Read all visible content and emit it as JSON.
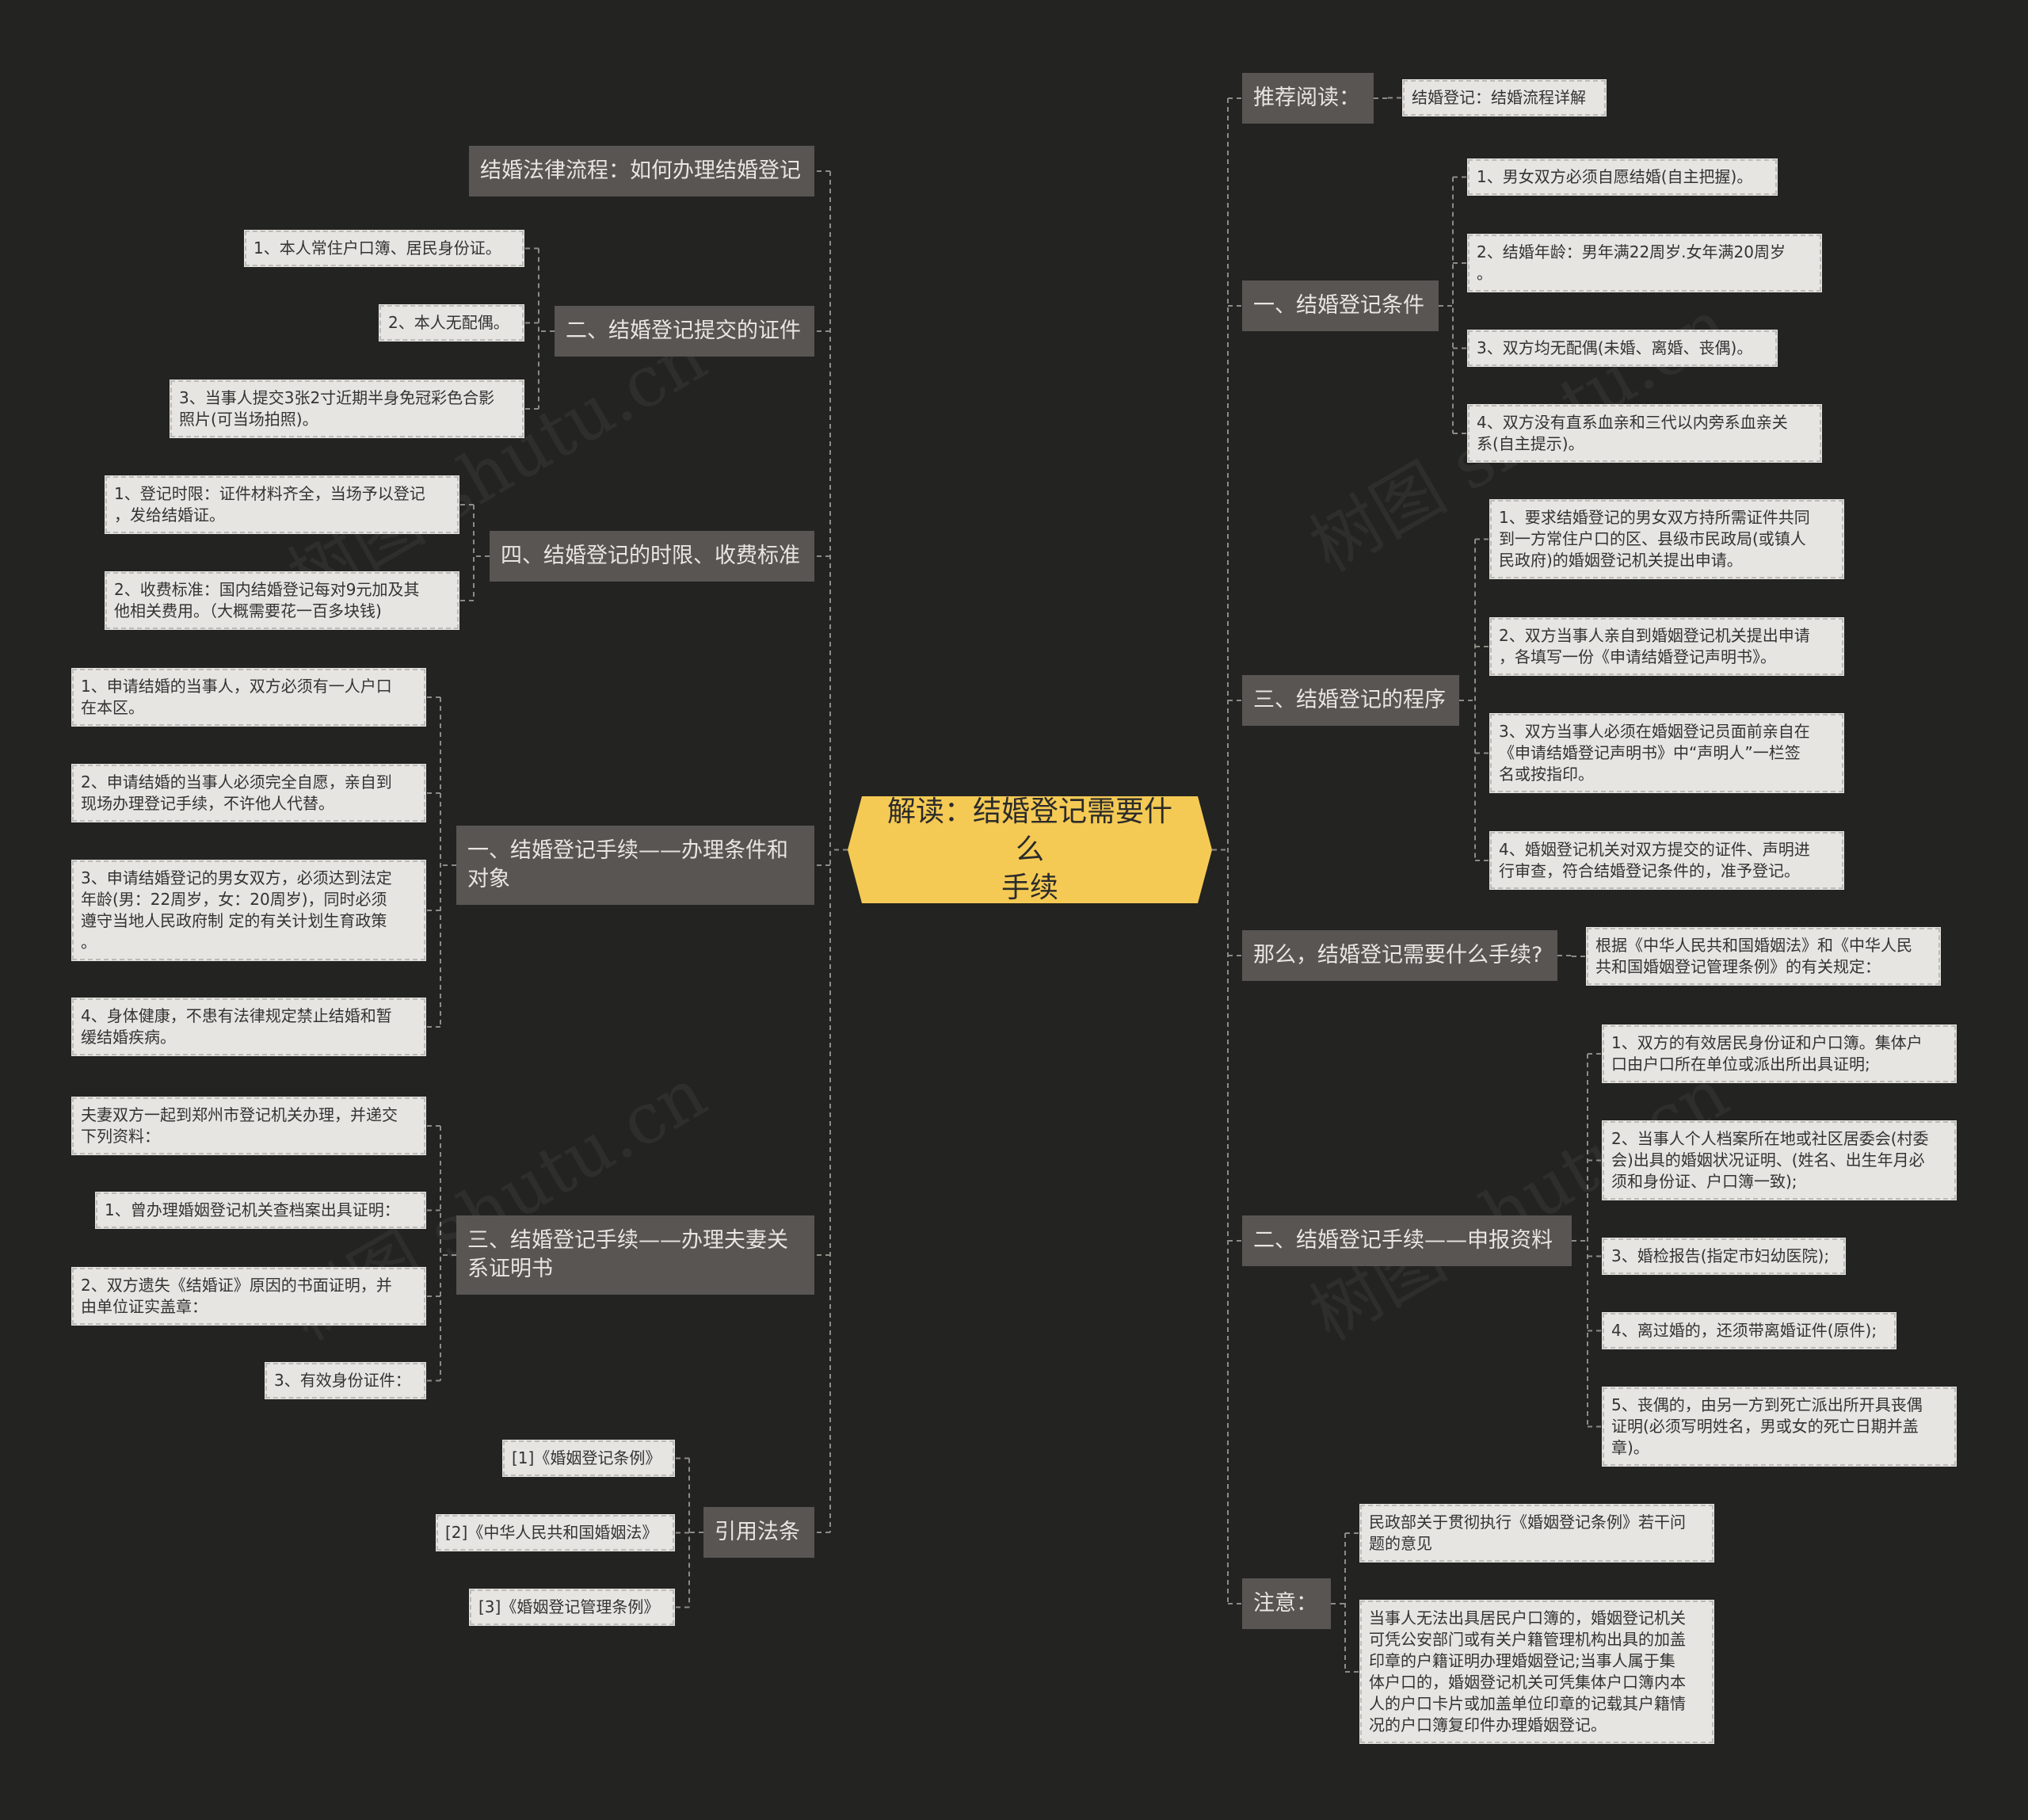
{
  "center": {
    "title": "解读：结婚登记需要什么\n手续"
  },
  "left": {
    "flow": {
      "title": "结婚法律流程：如何办理结婚登记"
    },
    "documents": {
      "title": "二、结婚登记提交的证件",
      "items": [
        "1、本人常住户口簿、居民身份证。",
        "2、本人无配偶。",
        "3、当事人提交3张2寸近期半身免冠彩色合影\n照片(可当场拍照)。"
      ]
    },
    "fees": {
      "title": "四、结婚登记的时限、收费标准",
      "items": [
        "1、登记时限：证件材料齐全，当场予以登记\n，发给结婚证。",
        "2、收费标准：国内结婚登记每对9元加及其\n他相关费用。（大概需要花一百多块钱)"
      ]
    },
    "conditions": {
      "title": "一、结婚登记手续——办理条件和\n对象",
      "items": [
        "1、申请结婚的当事人，双方必须有一人户口\n在本区。",
        "2、申请结婚的当事人必须完全自愿，亲自到\n现场办理登记手续，不许他人代替。",
        "3、申请结婚登记的男女双方，必须达到法定\n年龄(男：22周岁，女：20周岁)，同时必须\n遵守当地人民政府制 定的有关计划生育政策\n。",
        "4、身体健康，不患有法律规定禁止结婚和暂\n缓结婚疾病。"
      ]
    },
    "proof": {
      "title": "三、结婚登记手续——办理夫妻关\n系证明书",
      "items": [
        "夫妻双方一起到郑州市登记机关办理，并递交\n下列资料：",
        "1、曾办理婚姻登记机关查档案出具证明：",
        "2、双方遗失《结婚证》原因的书面证明，并\n由单位证实盖章：",
        "3、有效身份证件："
      ]
    },
    "laws": {
      "title": "引用法条",
      "items": [
        "[1]《婚姻登记条例》",
        "[2]《中华人民共和国婚姻法》",
        "[3]《婚姻登记管理条例》"
      ]
    }
  },
  "right": {
    "recommend": {
      "title": "推荐阅读：",
      "items": [
        "结婚登记：结婚流程详解"
      ]
    },
    "reg_conditions": {
      "title": "一、结婚登记条件",
      "items": [
        "1、男女双方必须自愿结婚(自主把握)。",
        "2、结婚年龄：男年满22周岁.女年满20周岁\n。",
        "3、双方均无配偶(未婚、离婚、丧偶)。",
        "4、双方没有直系血亲和三代以内旁系血亲关\n系(自主提示)。"
      ]
    },
    "procedure": {
      "title": "三、结婚登记的程序",
      "items": [
        "1、要求结婚登记的男女双方持所需证件共同\n到一方常住户口的区、县级市民政局(或镇人\n民政府)的婚姻登记机关提出申请。",
        "2、双方当事人亲自到婚姻登记机关提出申请\n，各填写一份《申请结婚登记声明书》。",
        "3、双方当事人必须在婚姻登记员面前亲自在\n《申请结婚登记声明书》中“声明人”一栏签\n名或按指印。",
        "4、婚姻登记机关对双方提交的证件、声明进\n行审查，符合结婚登记条件的，准予登记。"
      ]
    },
    "question": {
      "title": "那么，结婚登记需要什么手续?",
      "items": [
        "根据《中华人民共和国婚姻法》和《中华人民\n共和国婚姻登记管理条例》的有关规定："
      ]
    },
    "materials": {
      "title": "二、结婚登记手续——申报资料",
      "items": [
        "1、双方的有效居民身份证和户口簿。集体户\n口由户口所在单位或派出所出具证明;",
        "2、当事人个人档案所在地或社区居委会(村委\n会)出具的婚姻状况证明、(姓名、出生年月必\n须和身份证、户口簿一致);",
        "3、婚检报告(指定市妇幼医院);",
        "4、离过婚的，还须带离婚证件(原件);",
        "5、丧偶的，由另一方到死亡派出所开具丧偶\n证明(必须写明姓名，男或女的死亡日期并盖\n章)。"
      ]
    },
    "notes": {
      "title": "注意：",
      "items": [
        "民政部关于贯彻执行《婚姻登记条例》若干问\n题的意见",
        "当事人无法出具居民户口簿的，婚姻登记机关\n可凭公安部门或有关户籍管理机构出具的加盖\n印章的户籍证明办理婚姻登记;当事人属于集\n体户口的，婚姻登记机关可凭集体户口簿内本\n人的户口卡片或加盖单位印章的记载其户籍情\n况的户口簿复印件办理婚姻登记。"
      ]
    }
  },
  "watermarks": [
    "树图 shutu.cn",
    "树图 shutu.cn",
    "树图 shutu.cn",
    "树图 shutu.cn"
  ],
  "colors": {
    "background": "#232321",
    "center": "#f5ca54",
    "branch": "#585553",
    "leaf": "#e6e5e2",
    "line": "#8e8b86"
  }
}
